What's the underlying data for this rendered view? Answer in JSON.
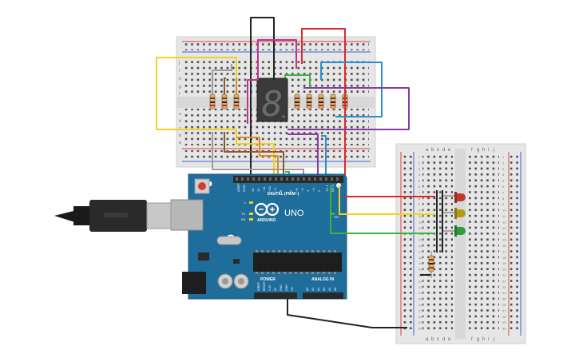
{
  "board": {
    "brand": "ARDUINO",
    "model": "UNO",
    "digital_label": "DIGITAL (PWM~)",
    "power_label": "POWER",
    "analog_label": "ANALOG IN",
    "aref_label": "AREF",
    "gnd_label": "GND",
    "on_label": "ON",
    "l_label": "L",
    "tx_label": "TX",
    "rx_label": "RX",
    "top_pins": [
      "13",
      "12",
      "~11",
      "~10",
      "~9",
      "8",
      "7",
      "~6",
      "~5",
      "4",
      "~3",
      "2",
      "TX 1",
      "RX 0"
    ],
    "power_pins": [
      "IOREF",
      "RESET",
      "3.3V",
      "5V",
      "GND",
      "GND",
      "Vin"
    ],
    "analog_pins": [
      "A0",
      "A1",
      "A2",
      "A3",
      "A4",
      "A5"
    ]
  },
  "display": {
    "digit": "8"
  },
  "small_breadboard": {
    "row_letters_top": [
      "j",
      "i",
      "h",
      "g",
      "f"
    ],
    "row_letters_bottom": [
      "e",
      "d",
      "c",
      "b",
      "a"
    ]
  },
  "vertical_breadboard": {
    "column_letters_left": [
      "a",
      "b",
      "c",
      "d",
      "e"
    ],
    "column_letters_right": [
      "f",
      "g",
      "h",
      "i",
      "j"
    ],
    "row_numbers": [
      "1",
      "2",
      "3",
      "4",
      "5",
      "6",
      "7",
      "8",
      "9",
      "10",
      "11",
      "12",
      "13",
      "14",
      "15",
      "16",
      "17",
      "18",
      "19",
      "20",
      "21",
      "22",
      "23",
      "24",
      "25",
      "26",
      "27",
      "28",
      "29",
      "30"
    ]
  },
  "colors": {
    "board_blue": "#1f6d9a",
    "board_dark": "#175a80",
    "breadboard": "#e6e6e6",
    "led_red": "#c0392b",
    "led_yellow": "#b59a1a",
    "led_green": "#2e9e3a",
    "wire_red": "#e0282a",
    "wire_yellow": "#f0d21e",
    "wire_green": "#3cb43c",
    "wire_blue": "#2a8fd0",
    "wire_purple": "#8a3aa0",
    "wire_magenta": "#c2328f",
    "wire_orange": "#e08a20",
    "wire_brown": "#8b5a2b",
    "wire_gray": "#9a9a9a",
    "wire_black": "#222222"
  }
}
